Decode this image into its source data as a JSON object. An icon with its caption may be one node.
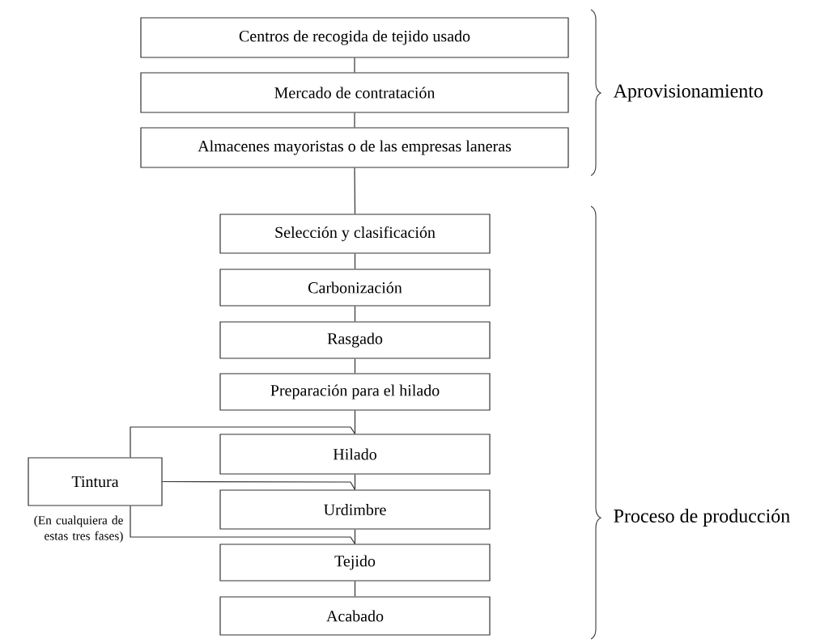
{
  "diagram": {
    "nodes": [
      {
        "text": [
          "Centros de recogida de tejido usado"
        ]
      },
      {
        "text": [
          "Mercado de contratación"
        ]
      },
      {
        "text": [
          "Almacenes mayoristas o de las empresas laneras"
        ]
      },
      {
        "text": [
          "Selección y clasificación"
        ]
      },
      {
        "text": [
          "Carbonización"
        ]
      },
      {
        "text": [
          "Rasgado"
        ]
      },
      {
        "text": [
          "Preparación para el hilado"
        ]
      },
      {
        "text": [
          "Hilado"
        ]
      },
      {
        "text": [
          "Urdimbre"
        ]
      },
      {
        "text": [
          "Tejido"
        ]
      },
      {
        "text": [
          "Acabado"
        ]
      },
      {
        "text": [
          "Tintura"
        ],
        "beside": [
          "(En cualquiera de estas tres fases)"
        ]
      }
    ],
    "edges": [
      {
        "from": 0,
        "to": 1,
        "arrow": "none"
      },
      {
        "from": 1,
        "to": 2,
        "arrow": "none"
      },
      {
        "from": 2,
        "to": 3,
        "arrow": "none"
      },
      {
        "from": 3,
        "to": 4,
        "arrow": "none"
      },
      {
        "from": 4,
        "to": 5,
        "arrow": "none"
      },
      {
        "from": 5,
        "to": 6,
        "arrow": "none"
      },
      {
        "from": 6,
        "to": 7,
        "arrow": "none"
      },
      {
        "from": 7,
        "to": 8,
        "arrow": "none"
      },
      {
        "from": 8,
        "to": 9,
        "arrow": "none"
      },
      {
        "from": 9,
        "to": 10,
        "arrow": "none"
      },
      {
        "from": 11,
        "to": 7,
        "arrow": "none"
      },
      {
        "from": 11,
        "to": 8,
        "arrow": "none"
      },
      {
        "from": 11,
        "to": 9,
        "arrow": "none"
      }
    ],
    "labels": [
      "Aprovisionamiento",
      "Proceso de producción"
    ]
  }
}
